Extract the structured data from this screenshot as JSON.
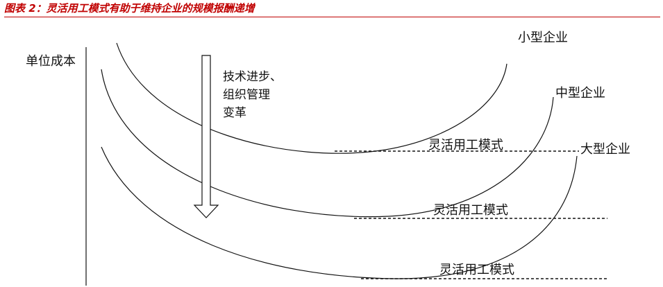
{
  "title": "图表 2：灵活用工模式有助于维持企业的规模报酬递增",
  "y_axis_label": "单位成本",
  "arrow_text": [
    "技术进步、",
    "组织管理",
    "变革"
  ],
  "curves": [
    {
      "name": "小型企业",
      "mode_label": "灵活用工模式"
    },
    {
      "name": "中型企业",
      "mode_label": "灵活用工模式"
    },
    {
      "name": "大型企业",
      "mode_label": "灵活用工模式"
    }
  ],
  "colors": {
    "title": "#c00000",
    "line": "#111111"
  }
}
